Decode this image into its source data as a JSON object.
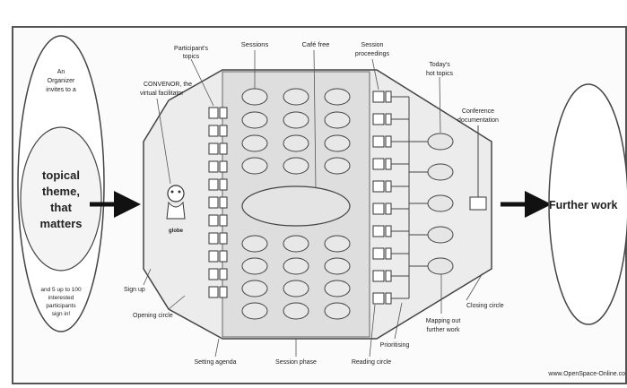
{
  "left_oval": {
    "top_text": [
      "An",
      "Organizer",
      "invites to a"
    ],
    "theme": [
      "topical",
      "theme,",
      "that",
      "matters"
    ],
    "bottom_text": [
      "and 5 up to 100",
      "interested",
      "participants",
      "sign in!"
    ]
  },
  "labels": {
    "facilitator": [
      "CONVENOR, the",
      "virtual facilitator"
    ],
    "facilitator_icon": "globe",
    "participants_topics": [
      "Participant's",
      "topics"
    ],
    "sessions": "Sessions",
    "cafe_free": "Café free",
    "session_proceedings": [
      "Session",
      "proceedings"
    ],
    "todays_hot_topics": [
      "Today's",
      "hot topics"
    ],
    "conference_documentation": [
      "Conference",
      "documentation"
    ],
    "sign_up": "Sign up",
    "opening_circle": "Opening circle",
    "setting_agenda": "Setting agenda",
    "session_phase": "Session phase",
    "reading_circle": "Reading circle",
    "prioritising": "Prioritising",
    "mapping_out": [
      "Mapping out",
      "further work"
    ],
    "closing_circle": "Closing circle",
    "further_work": "Further work",
    "source": "www.OpenSpace-Online.co"
  }
}
